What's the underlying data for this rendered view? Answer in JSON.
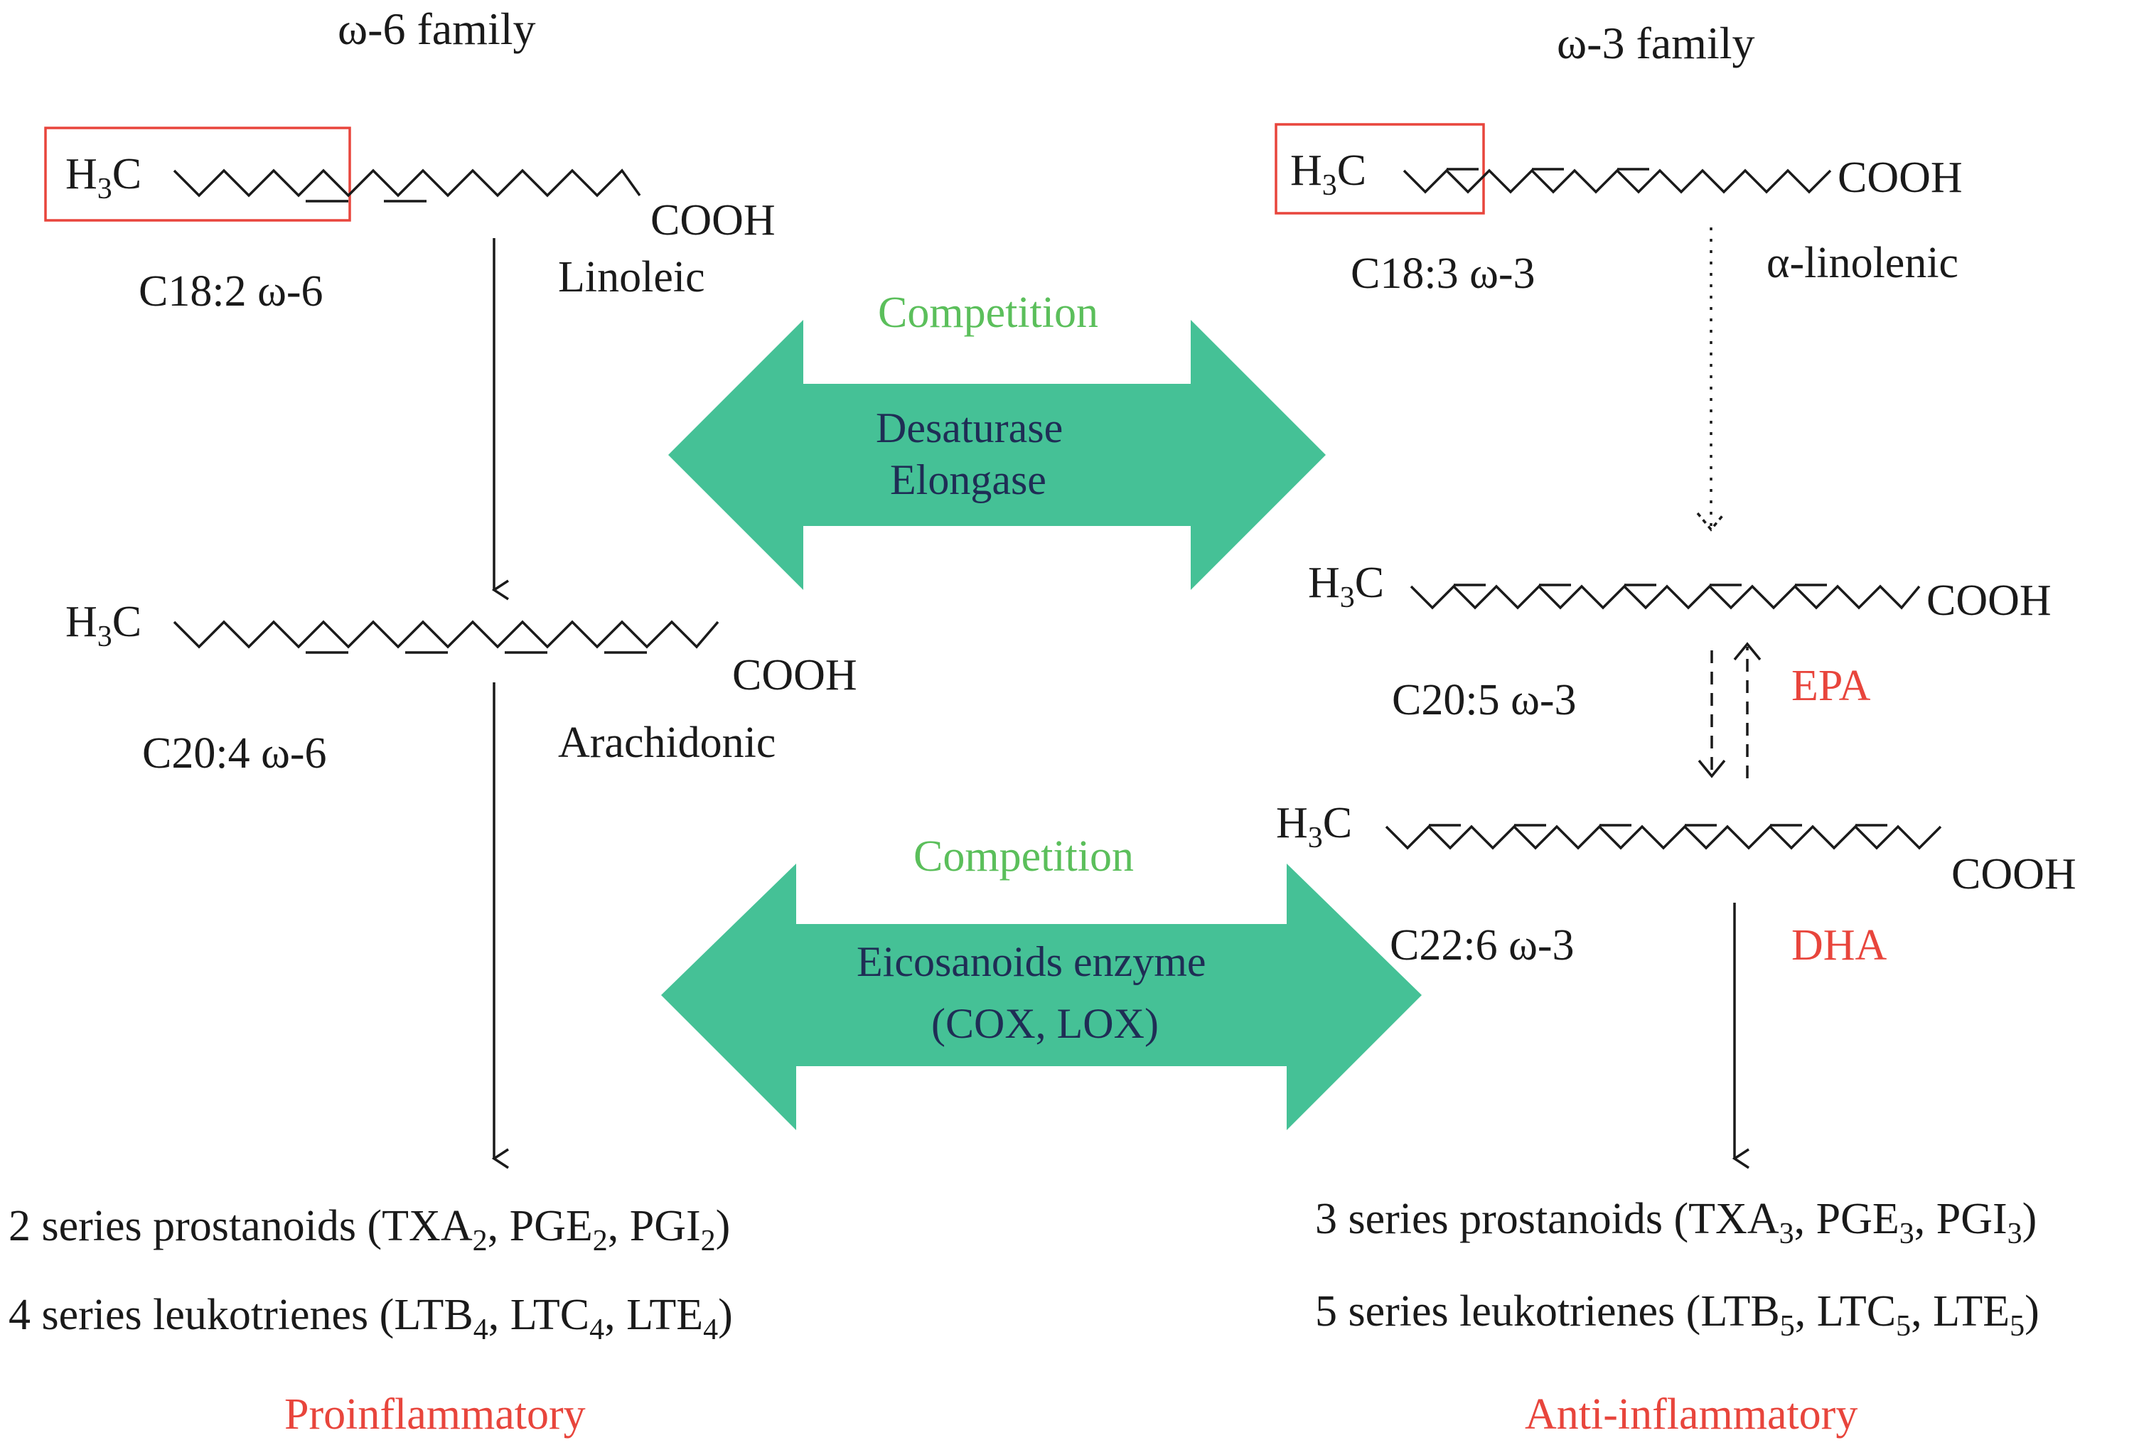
{
  "omega6": {
    "family_label": "ω-6 family",
    "linoleic": {
      "formula_left": "H3C",
      "formula_right": "COOH",
      "code": "C18:2 ω-6",
      "name": "Linoleic"
    },
    "arachidonic": {
      "formula_left": "H3C",
      "formula_right": "COOH",
      "code": "C20:4 ω-6",
      "name": "Arachidonic"
    },
    "products": [
      {
        "text": "2 series prostanoids (TXA2, PGE2, PGI2)"
      },
      {
        "text": "4 series leukotrienes (LTB4, LTC4, LTE4)"
      }
    ],
    "outcome": "Proinflammatory"
  },
  "omega3": {
    "family_label": "ω-3 family",
    "alpha_linolenic": {
      "formula_left": "H3C",
      "formula_right": "COOH",
      "code": "C18:3 ω-3",
      "name": "α-linolenic"
    },
    "epa": {
      "formula_left": "H3C",
      "formula_right": "COOH",
      "code": "C20:5 ω-3",
      "name": "EPA"
    },
    "dha": {
      "formula_left": "H3C",
      "formula_right": "COOH",
      "code": "C22:6 ω-3",
      "name": "DHA"
    },
    "products": [
      {
        "text": "3 series prostanoids (TXA3, PGE3, PGI3)"
      },
      {
        "text": "5 series leukotrienes (LTB5, LTC5, LTE5)"
      }
    ],
    "outcome": "Anti-inflammatory"
  },
  "competition_top": {
    "label": "Competition",
    "enzyme_line1": "Desaturase",
    "enzyme_line2": "Elongase"
  },
  "competition_bottom": {
    "label": "Competition",
    "enzyme_line1": "Eicosanoids enzyme",
    "enzyme_line2": "(COX, LOX)"
  },
  "colors": {
    "arrow_fill": "#45c196",
    "competition_text": "#5bbf5b",
    "highlight_red": "#e8453c",
    "enzyme_text": "#1f2d55"
  }
}
